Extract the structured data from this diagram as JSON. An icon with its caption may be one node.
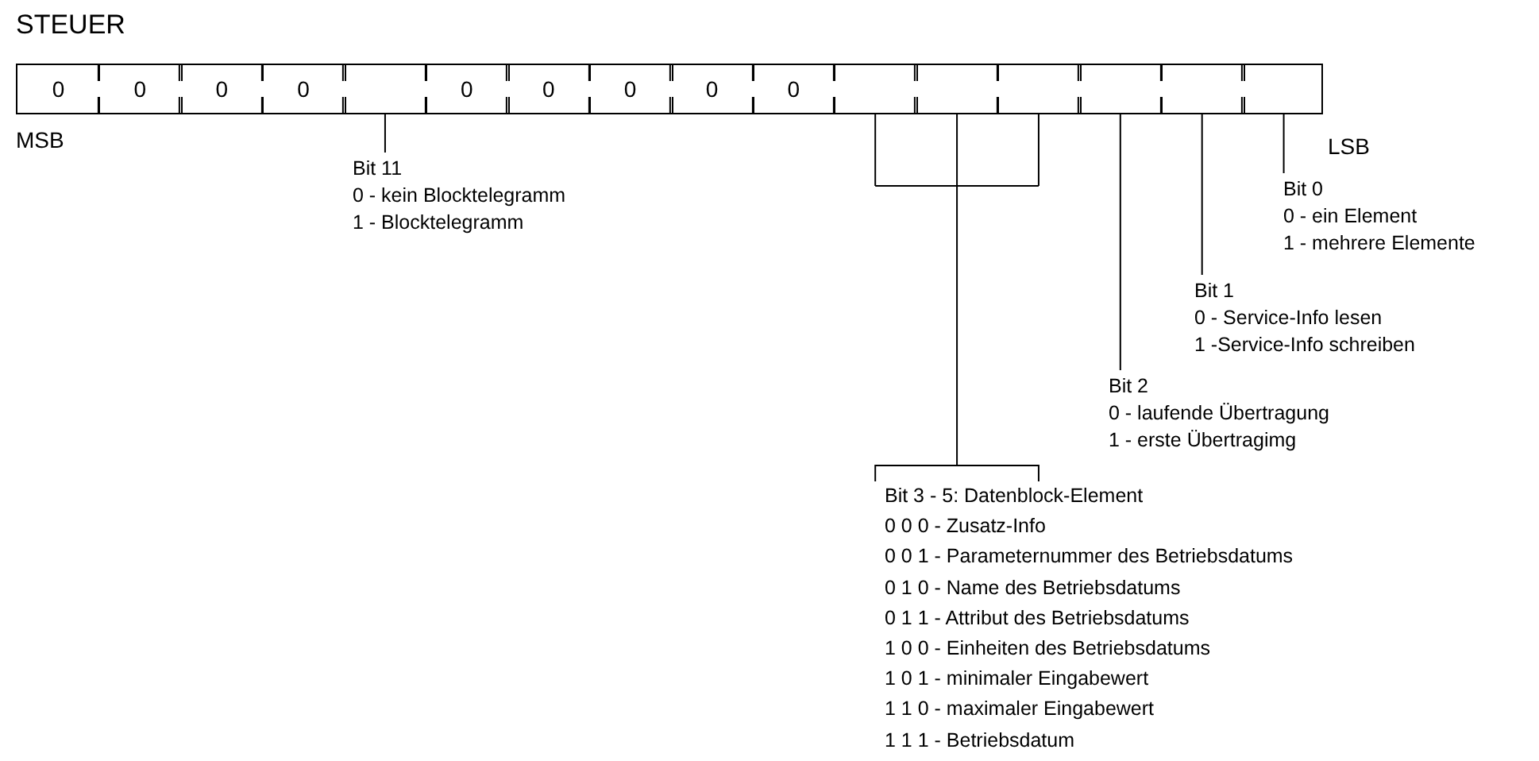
{
  "diagram": {
    "title": "STEUER",
    "nodes": [
      {
        "text": [],
        "shape": "bar"
      },
      {
        "text": [
          "0"
        ],
        "in": 0
      },
      {
        "text": [
          "0"
        ],
        "in": 0
      },
      {
        "text": [
          "0"
        ],
        "in": 0
      },
      {
        "text": [
          "0"
        ],
        "in": 0
      },
      {
        "text": [],
        "shape": "box",
        "in": 0
      },
      {
        "text": [
          "0"
        ],
        "in": 0
      },
      {
        "text": [
          "0"
        ],
        "in": 0
      },
      {
        "text": [
          "0"
        ],
        "in": 0
      },
      {
        "text": [
          "0"
        ],
        "in": 0
      },
      {
        "text": [
          "0"
        ],
        "in": 0
      },
      {
        "text": [],
        "shape": "box",
        "in": 0
      },
      {
        "text": [],
        "shape": "box",
        "in": 0
      },
      {
        "text": [],
        "shape": "box",
        "in": 0
      },
      {
        "text": [],
        "shape": "box",
        "in": 0
      },
      {
        "text": [],
        "shape": "box",
        "in": 0
      },
      {
        "text": [],
        "shape": "box",
        "in": 0
      },
      {
        "text": [
          "Bit 11",
          "0 - kein Blocktelegramm",
          "1 - Blocktelegramm"
        ]
      },
      {
        "text": [
          "Bit 0",
          "0 - ein Element",
          "1 - mehrere Elemente"
        ]
      },
      {
        "text": [
          "Bit 1",
          "0 - Service-Info lesen",
          "1 -Service-Info schreiben"
        ]
      },
      {
        "text": [
          "Bit 2",
          "0 - laufende Übertragung",
          "1 - erste Übertragimg"
        ]
      },
      {
        "text": [
          "Bit 3 - 5: Datenblock-Element",
          "0 0 0 - Zusatz-Info",
          "0 0 1 - Parameternummer des Betriebsdatums",
          "0 1 0 - Name des Betriebsdatums",
          "0 1 1 - Attribut des Betriebsdatums",
          "1 0 0 - Einheiten des Betriebsdatums",
          "1 0 1 - minimaler Eingabewert",
          "1 1 0 - maximaler Eingabewert",
          "1 1 1 - Betriebsdatum"
        ]
      }
    ],
    "edges": [
      {
        "from": 17,
        "to": 5,
        "arrow": "none"
      },
      {
        "from": 18,
        "to": 16,
        "arrow": "none"
      },
      {
        "from": 19,
        "to": 15,
        "arrow": "none"
      },
      {
        "from": 20,
        "to": 14,
        "arrow": "none"
      },
      {
        "from": 21,
        "to": 11,
        "arrow": "none"
      },
      {
        "from": 21,
        "to": 12,
        "arrow": "none"
      },
      {
        "from": 21,
        "to": 13,
        "arrow": "none"
      }
    ],
    "labels": [
      "MSB",
      "LSB"
    ]
  }
}
